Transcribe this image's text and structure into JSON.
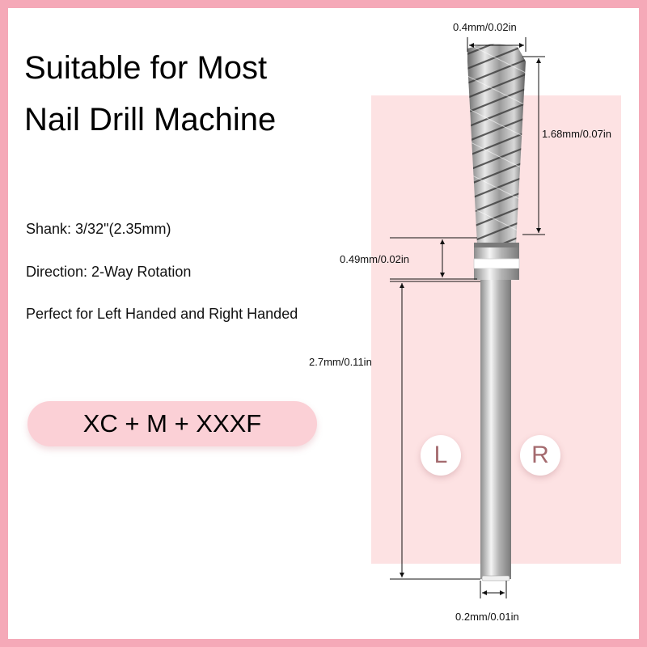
{
  "title": {
    "line1": "Suitable for Most",
    "line2": "Nail Drill Machine"
  },
  "specs": [
    "Shank: 3/32\"(2.35mm)",
    "Direction: 2-Way Rotation",
    "Perfect for Left Handed and Right Handed"
  ],
  "grit_badge": "XC + M + XXXF",
  "dimensions": {
    "top_diameter": "0.4mm/0.02in",
    "head_length": "1.68mm/0.07in",
    "neck_length": "0.49mm/0.02in",
    "shank_length": "2.7mm/0.11in",
    "tip_diameter": "0.2mm/0.01in"
  },
  "rotation": {
    "left": "L",
    "right": "R"
  },
  "colors": {
    "frame": "#f5a9b8",
    "panel": "#fde2e3",
    "badge": "#fbd0d6",
    "circle_text": "#a46a6e"
  }
}
